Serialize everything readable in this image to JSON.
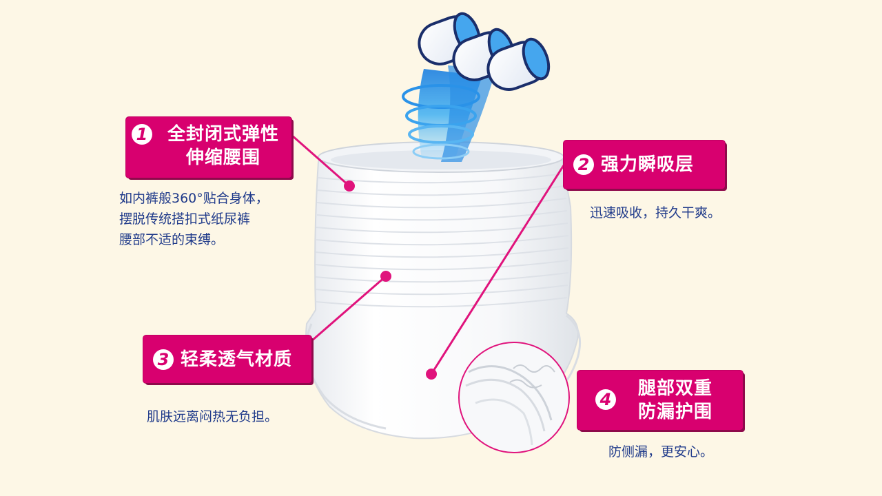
{
  "features": [
    {
      "number": "1",
      "title_line1": "全封闭式弹性",
      "title_line2": "伸缩腰围",
      "desc_line1": "如内裤般360°贴合身体，",
      "desc_line2": "摆脱传统搭扣式纸尿裤",
      "desc_line3": "腰部不适的束缚。"
    },
    {
      "number": "2",
      "title": "强力瞬吸层",
      "desc": "迅速吸收，持久干爽。"
    },
    {
      "number": "3",
      "title": "轻柔透气材质",
      "desc": "肌肤远离闷热无负担。"
    },
    {
      "number": "4",
      "title_line1": "腿部双重",
      "title_line2": "防漏护围",
      "desc": "防侧漏，更安心。"
    }
  ],
  "colors": {
    "background": "#fdf7e6",
    "accent": "#d8006f",
    "text_blue": "#1f3a8a",
    "liquid_blue": "#2f9ee8"
  },
  "icons": [
    "absorbent-tube-icon",
    "water-swirl-icon",
    "diaper-pants-illustration",
    "leg-cuff-zoom-circle"
  ]
}
